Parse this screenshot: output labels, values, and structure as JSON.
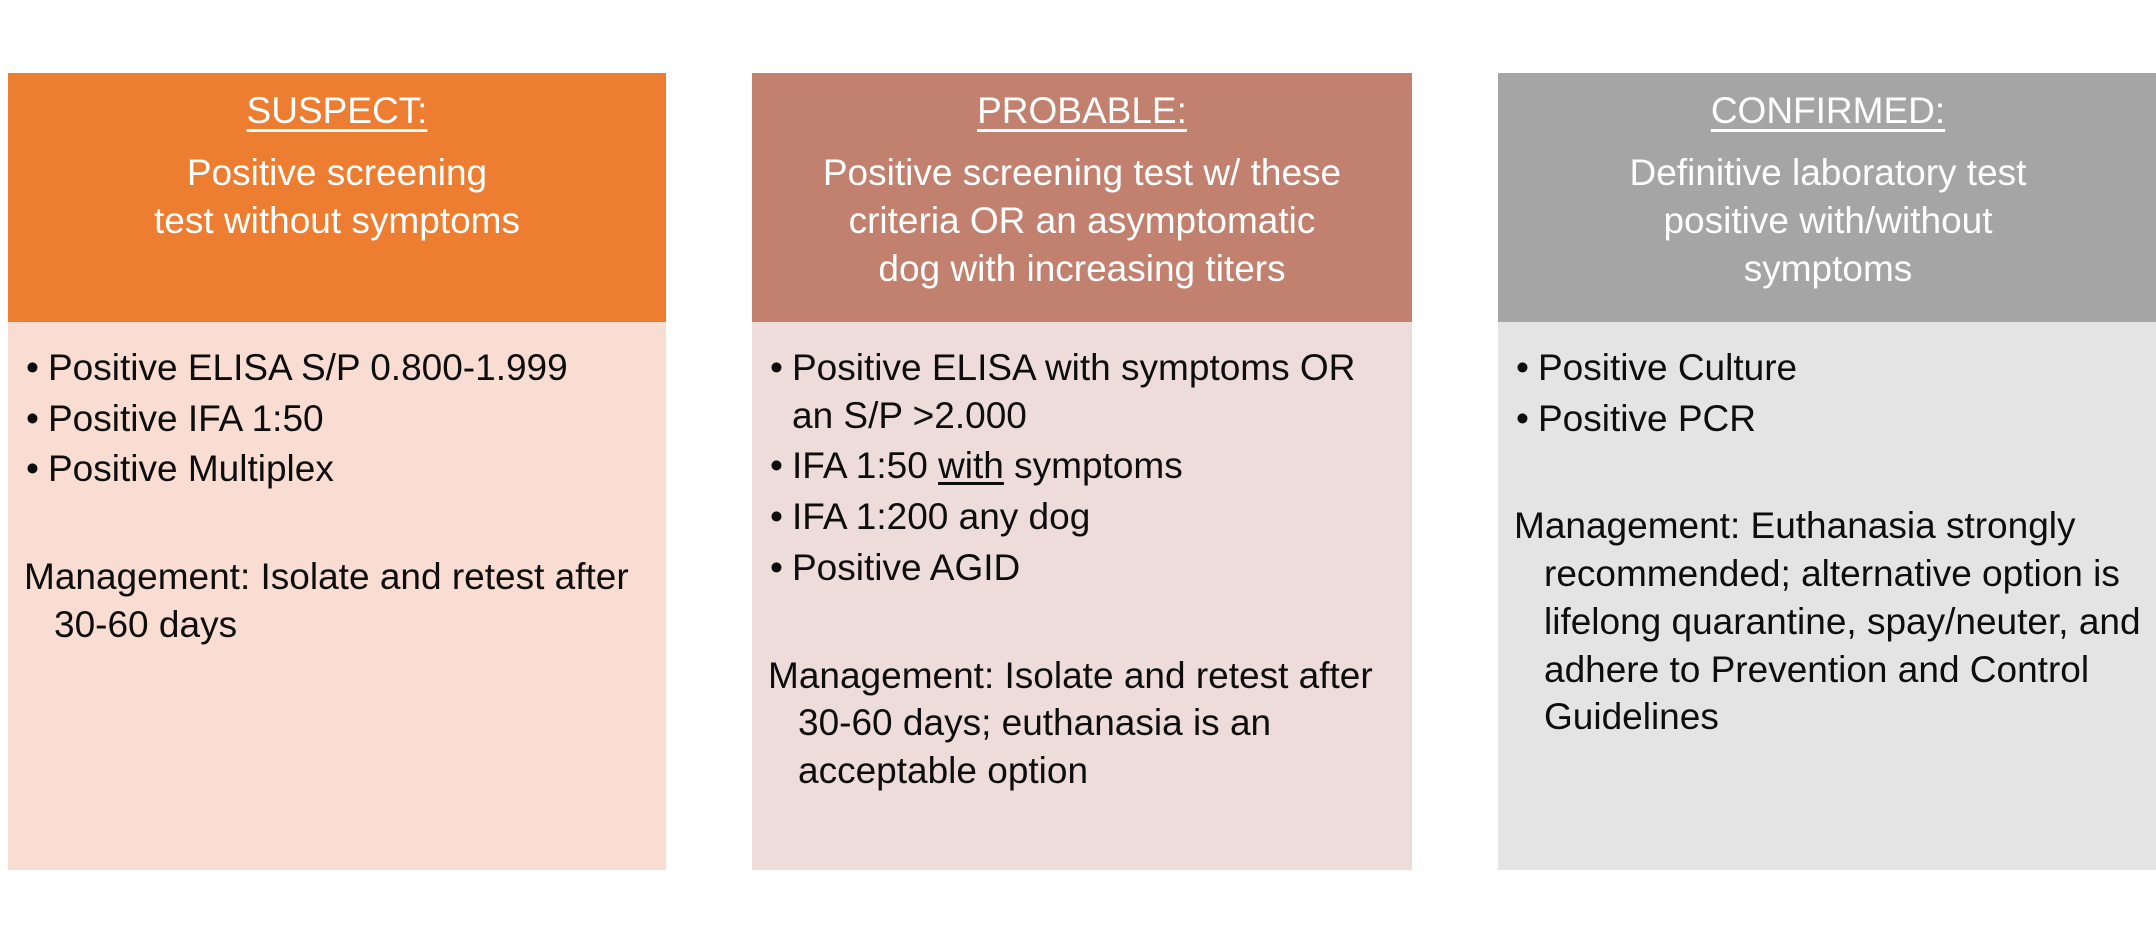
{
  "slide": {
    "columns": [
      {
        "id": "suspect",
        "title": "SUSPECT:",
        "subtitle": "Positive screening\ntest without symptoms",
        "header_color": "#ED7D31",
        "body_color": "#F9DDD3",
        "bullets": [
          "Positive ELISA S/P 0.800-1.999",
          "Positive IFA 1:50",
          "Positive Multiplex"
        ],
        "management": "Management: Isolate and retest after 30-60 days"
      },
      {
        "id": "probable",
        "title": "PROBABLE:",
        "subtitle": "Positive screening test w/ these criteria OR an asymptomatic dog with increasing titers",
        "header_color": "#C2806F",
        "body_color": "#EEDCDA",
        "bullets": [
          "Positive ELISA with symptoms OR an S/P >2.000",
          "IFA 1:50 with symptoms",
          "IFA 1:200 any dog",
          "Positive AGID"
        ],
        "bullet_2_prefix": "IFA 1:50 ",
        "bullet_2_underlined": "with",
        "bullet_2_suffix": " symptoms",
        "management": "Management: Isolate and retest after 30-60 days; euthanasia is an acceptable option"
      },
      {
        "id": "confirmed",
        "title": "CONFIRMED:",
        "subtitle": "Definitive laboratory test positive with/without symptoms",
        "header_color": "#A5A5A5",
        "body_color": "#E4E4E4",
        "bullets": [
          "Positive Culture",
          "Positive PCR"
        ],
        "management": "Management: Euthanasia strongly recommended; alternative option is lifelong quarantine, spay/neuter, and adhere to Prevention and Control Guidelines"
      }
    ]
  }
}
